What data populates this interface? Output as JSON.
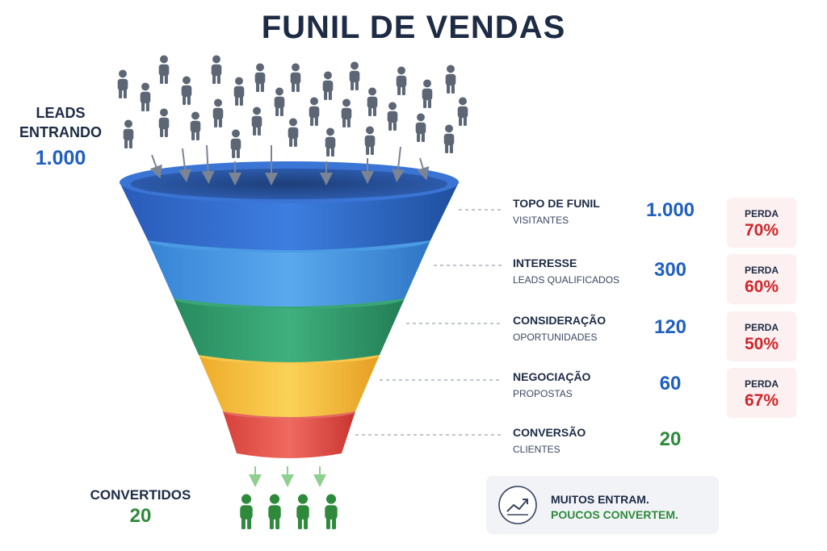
{
  "title": "FUNIL DE VENDAS",
  "leads": {
    "label": "LEADS ENTRANDO",
    "value": "1.000"
  },
  "converted": {
    "label": "CONVERTIDOS",
    "value": "20"
  },
  "stages": [
    {
      "name": "TOPO DE FUNIL",
      "sub": "VISITANTES",
      "count": "1.000",
      "count_color": "#1f5fbf"
    },
    {
      "name": "INTERESSE",
      "sub": "LEADS QUALIFICADOS",
      "count": "300",
      "count_color": "#1f5fbf"
    },
    {
      "name": "CONSIDERAÇÃO",
      "sub": "OPORTUNIDADES",
      "count": "120",
      "count_color": "#1f5fbf"
    },
    {
      "name": "NEGOCIAÇÃO",
      "sub": "PROPOSTAS",
      "count": "60",
      "count_color": "#1f5fbf"
    },
    {
      "name": "CONVERSÃO",
      "sub": "CLIENTES",
      "count": "20",
      "count_color": "#2e8a3a"
    }
  ],
  "losses": [
    {
      "label": "PERDA",
      "value": "70%"
    },
    {
      "label": "PERDA",
      "value": "60%"
    },
    {
      "label": "PERDA",
      "value": "50%"
    },
    {
      "label": "PERDA",
      "value": "67%"
    }
  ],
  "callout": {
    "line1": "MUITOS ENTRAM.",
    "line2": "POUCOS CONVERTEM.",
    "icon": "trend-up-chart-icon"
  },
  "colors": {
    "stage_blue": "#2a63c4",
    "stage_light_blue": "#3f92de",
    "stage_green": "#2e9a6a",
    "stage_yellow": "#f2b937",
    "stage_red": "#df4a44",
    "person_gray": "#5d6675",
    "person_green": "#2e8a3a",
    "loss_red": "#d0262b"
  }
}
